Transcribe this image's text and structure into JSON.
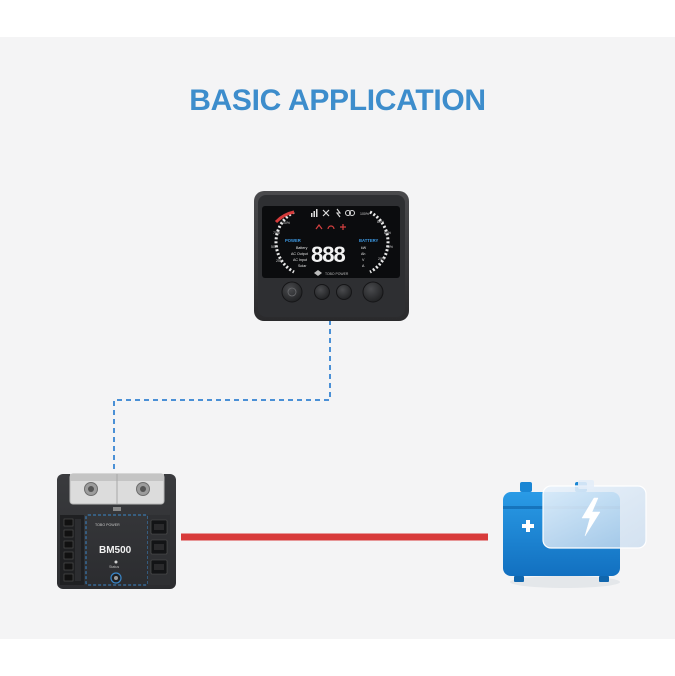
{
  "title": "BASIC APPLICATION",
  "colors": {
    "title": "#3d8dcc",
    "background": "#f4f4f5",
    "signal_line": "#4a90d6",
    "power_line": "#d83a3a",
    "battery": "#1a86d4"
  },
  "display": {
    "brand": "TOBO POWER",
    "left_label": "POWER",
    "right_label": "BATTERY",
    "readout": "888",
    "menu_items": [
      "Battery",
      "AC Output",
      "AC Input",
      "Solar"
    ],
    "right_units": [
      "kW",
      "Ah",
      "V",
      "A"
    ],
    "left_scale": [
      "100%",
      "75%",
      "50%",
      "25%"
    ],
    "right_scale": [
      "100%",
      "80%",
      "60%",
      "40%",
      "20%"
    ],
    "buttons": 4
  },
  "monitor": {
    "brand": "TOBO POWER",
    "model": "BM500",
    "status_label": "Status"
  },
  "battery": {
    "icon": "battery-charging-icon",
    "plus_symbol": "+",
    "bolt_symbol": "⚡"
  }
}
